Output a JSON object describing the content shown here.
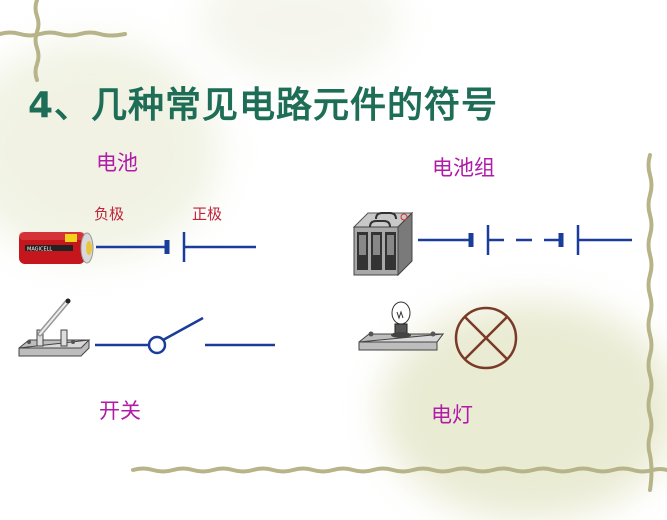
{
  "slide": {
    "title": "4、几种常见电路元件的符号",
    "colors": {
      "title": "#1e6e57",
      "label": "#b01ca8",
      "pole_label": "#c0243a",
      "wire": "#1a3c9a",
      "lamp_symbol": "#7a3a28",
      "border": "#b8b48a"
    }
  },
  "components": {
    "battery": {
      "label": "电池",
      "negative_label": "负极",
      "positive_label": "正极",
      "image": "battery-cell-illustration",
      "brand_text": "MAGICELL"
    },
    "battery_pack": {
      "label": "电池组",
      "image": "battery-pack-illustration"
    },
    "switch": {
      "label": "开关",
      "image": "knife-switch-illustration"
    },
    "lamp": {
      "label": "电灯",
      "image": "bulb-on-base-illustration"
    }
  }
}
